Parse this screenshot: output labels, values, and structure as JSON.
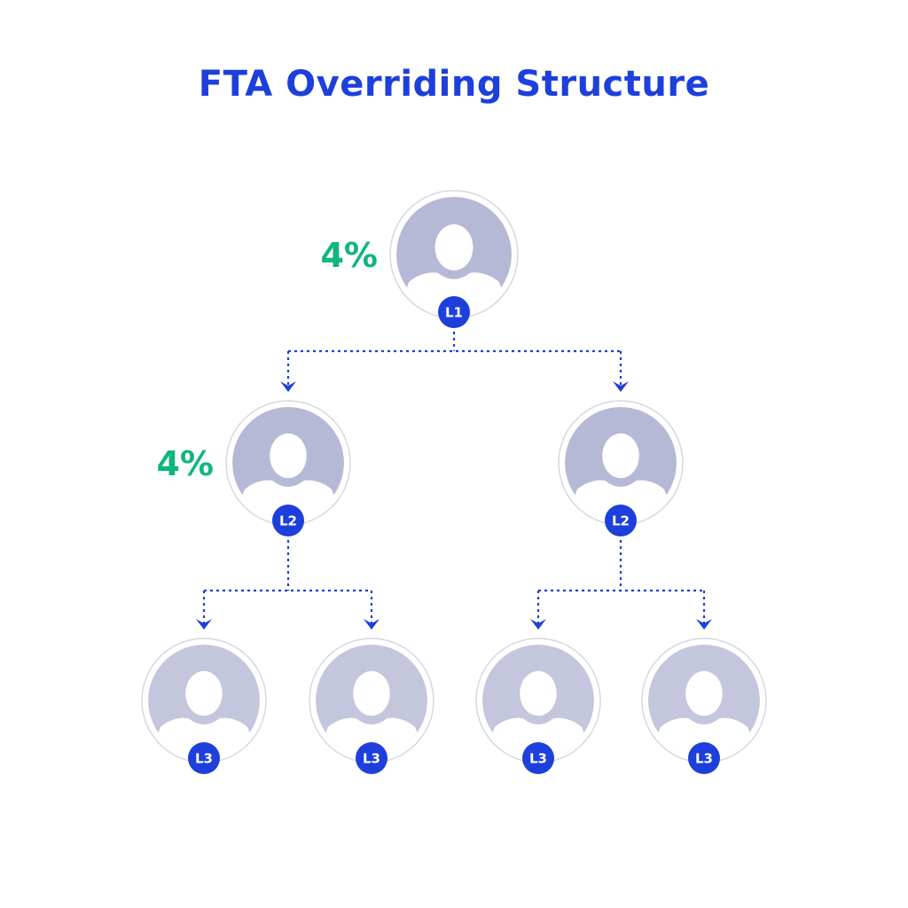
{
  "title": "FTA Overriding Structure",
  "colors": {
    "title": "#1d3fdb",
    "connector": "#1d3fdb",
    "badge": "#1d3fdb",
    "percent": "#11b67f",
    "avatar_fill": "#b6b9d6",
    "avatar_fill_light": "#c3c6dd",
    "ring": "#d6d7e4"
  },
  "nodes": [
    {
      "id": "l1",
      "badge": "L1",
      "percent": "4%"
    },
    {
      "id": "l2-left",
      "badge": "L2",
      "percent": "4%"
    },
    {
      "id": "l2-right",
      "badge": "L2"
    },
    {
      "id": "l3-1",
      "badge": "L3"
    },
    {
      "id": "l3-2",
      "badge": "L3"
    },
    {
      "id": "l3-3",
      "badge": "L3"
    },
    {
      "id": "l3-4",
      "badge": "L3"
    }
  ],
  "edges": [
    {
      "from": "l1",
      "to": "l2-left"
    },
    {
      "from": "l1",
      "to": "l2-right"
    },
    {
      "from": "l2-left",
      "to": "l3-1"
    },
    {
      "from": "l2-left",
      "to": "l3-2"
    },
    {
      "from": "l2-right",
      "to": "l3-3"
    },
    {
      "from": "l2-right",
      "to": "l3-4"
    }
  ]
}
